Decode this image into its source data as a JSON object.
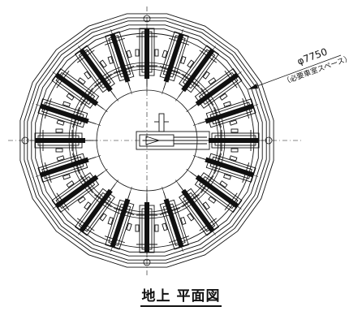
{
  "drawing": {
    "caption": "地上 平面図",
    "dimension": {
      "value": "φ7750",
      "note": "（必要車室スペース）"
    },
    "parking_spaces": 20
  },
  "colors": {
    "line": "#111111",
    "background": "#ffffff"
  }
}
